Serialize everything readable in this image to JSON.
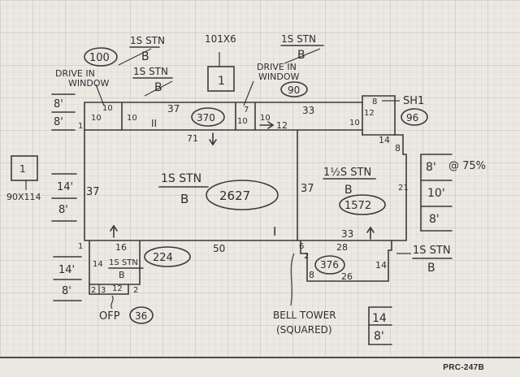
{
  "form_code": "PRC-247B",
  "labels": {
    "drive_in_window_left": [
      "DRIVE IN",
      "WINDOW"
    ],
    "drive_in_window_right": [
      "DRIVE IN",
      "WINDOW"
    ],
    "drive_left_num": "100",
    "drive_right_num": "90",
    "story_top_left": "1S STN",
    "story_top_left_b": "B",
    "story_top_mid": "1S STN",
    "story_top_mid_b": "B",
    "story_top_right": "1S STN",
    "story_top_right_b": "B",
    "dim_101x6": "101X6",
    "box_1_top": "1",
    "box_1_left": "1",
    "dim_90x114": "90X114",
    "sh1": "SH1",
    "sh1_num": "96",
    "main_story": "1S STN",
    "main_story_b": "B",
    "main_area": "2627",
    "main_roman": "I",
    "right_story": "1½S STN",
    "right_story_b": "B",
    "right_area": "1572",
    "sec_ii_roman": "II",
    "sec_ii_area": "370",
    "bl_story": "1S STN",
    "bl_story_b": "B",
    "bl_area": "224",
    "br_area": "376",
    "br_story": "1S STN",
    "br_story_b": "B",
    "ofp": "OFP",
    "ofp_num": "36",
    "bell_tower": "BELL TOWER",
    "squared": "(SQUARED)",
    "wall_8_a": "8'",
    "wall_8_b": "8'",
    "wall_14_a": "14'",
    "wall_8_c": "8'",
    "wall_14_b": "14'",
    "wall_8_d": "8'",
    "right_8": "8'",
    "right_pct": "@ 75%",
    "right_10": "10'",
    "right_8b": "8'",
    "bottom_14": "14",
    "bottom_8": "8'",
    "dim_37_left": "37",
    "dim_37_right": "37",
    "dim_50": "50",
    "dim_33_top": "33",
    "dim_33_bot": "33",
    "dim_37_top": "37",
    "dim_71": "71",
    "dim_10a": "10",
    "dim_10b": "10",
    "dim_10c": "10",
    "dim_10d": "10",
    "dim_10e": "10",
    "dim_12a": "12",
    "dim_12b": "12",
    "dim_7": "7",
    "dim_8a": "8",
    "dim_14r": "14",
    "dim_8r": "8",
    "dim_21": "21",
    "dim_1a": "1",
    "dim_16": "16",
    "dim_14bl": "14",
    "dim_14br": "14",
    "dim_28": "28",
    "dim_26": "26",
    "dim_8b": "8",
    "dim_2a": "2",
    "dim_3": "3",
    "dim_12c": "12",
    "dim_2b": "2",
    "dim_6": "6",
    "dim_2c": "2",
    "dim_1b": "1"
  }
}
